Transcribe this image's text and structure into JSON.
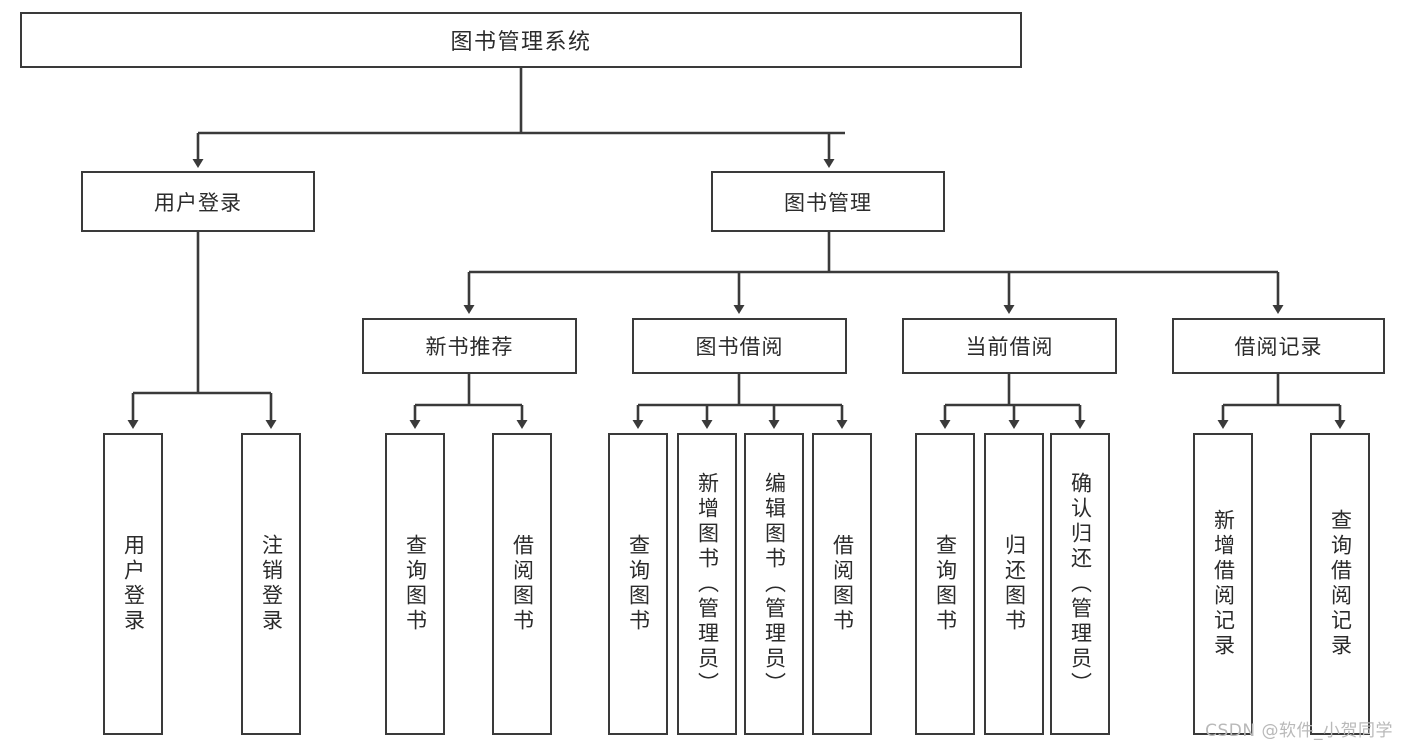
{
  "diagram": {
    "type": "tree",
    "title": "图书管理系统",
    "root": {
      "label": "图书管理系统",
      "level": 1
    },
    "level2": [
      {
        "label": "用户登录"
      },
      {
        "label": "图书管理"
      }
    ],
    "level3": [
      {
        "label": "新书推荐"
      },
      {
        "label": "图书借阅"
      },
      {
        "label": "当前借阅"
      },
      {
        "label": "借阅记录"
      }
    ],
    "leaves": {
      "user_login": [
        {
          "label": "用户登录"
        },
        {
          "label": "注销登录"
        }
      ],
      "new_book_recommend": [
        {
          "label": "查询图书"
        },
        {
          "label": "借阅图书"
        }
      ],
      "book_borrow": [
        {
          "label": "查询图书"
        },
        {
          "label": "新增图书（管理员）"
        },
        {
          "label": "编辑图书（管理员）"
        },
        {
          "label": "借阅图书"
        }
      ],
      "current_borrow": [
        {
          "label": "查询图书"
        },
        {
          "label": "归还图书"
        },
        {
          "label": "确认归还（管理员）"
        }
      ],
      "borrow_record": [
        {
          "label": "新增借阅记录"
        },
        {
          "label": "查询借阅记录"
        }
      ]
    }
  },
  "watermark": {
    "text": "CSDN @软件_小贺同学"
  },
  "colors": {
    "box_border": "#3a3a3a",
    "box_fill": "#ffffff",
    "text": "#2b2b2b",
    "line": "#3a3a3a",
    "watermark": "#b9b9b9",
    "background": "#ffffff"
  }
}
